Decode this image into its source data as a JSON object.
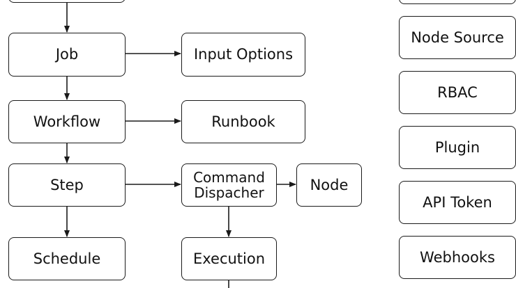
{
  "diagram": {
    "nodes": {
      "top_left": "",
      "job": "Job",
      "input_options": "Input Options",
      "workflow": "Workflow",
      "runbook": "Runbook",
      "step": "Step",
      "command_dispatcher": "Command\nDispacher",
      "node": "Node",
      "schedule": "Schedule",
      "execution": "Execution",
      "top_right": "",
      "node_source": "Node Source",
      "rbac": "RBAC",
      "plugin": "Plugin",
      "api_token": "API Token",
      "webhooks": "Webhooks"
    },
    "edges": [
      [
        "top_left",
        "job"
      ],
      [
        "job",
        "workflow"
      ],
      [
        "workflow",
        "step"
      ],
      [
        "step",
        "schedule"
      ],
      [
        "job",
        "input_options"
      ],
      [
        "workflow",
        "runbook"
      ],
      [
        "step",
        "command_dispatcher"
      ],
      [
        "command_dispatcher",
        "node"
      ],
      [
        "command_dispatcher",
        "execution"
      ]
    ]
  }
}
